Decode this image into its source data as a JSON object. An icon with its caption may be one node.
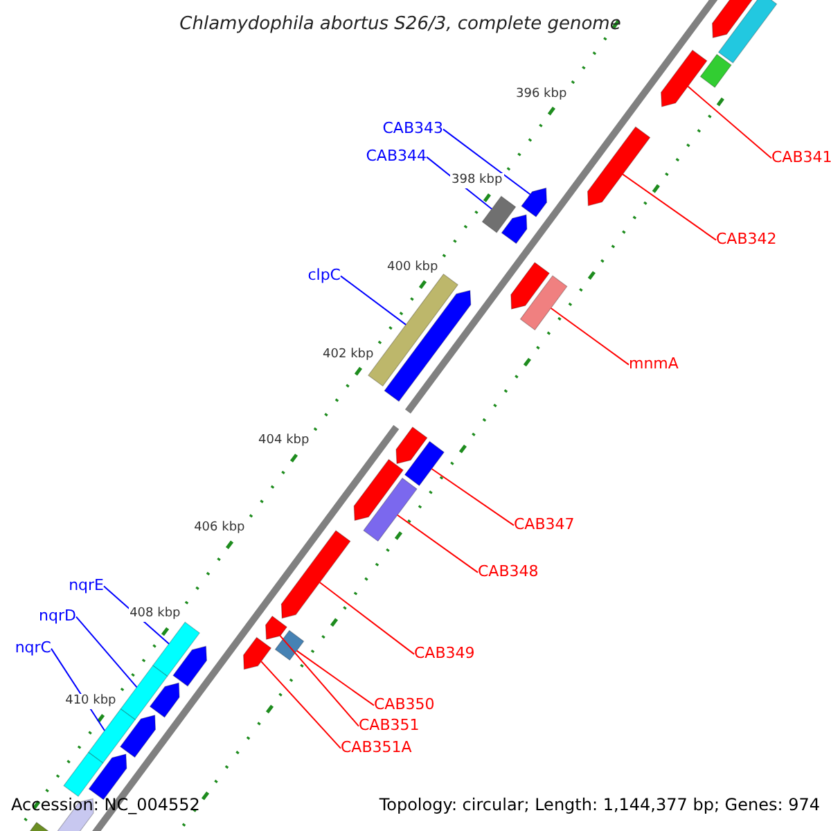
{
  "diagram": {
    "title": "Chlamydophila abortus S26/3, complete genome",
    "nodes": [
      {
        "text": [
          "CAB341"
        ]
      },
      {
        "text": [],
        "shape": "arrow"
      },
      {
        "text": [
          "CAB342"
        ]
      },
      {
        "text": [],
        "shape": "arrow"
      },
      {
        "text": [
          "CAB343"
        ]
      },
      {
        "text": [],
        "shape": "arrow"
      },
      {
        "text": [
          "CAB344"
        ]
      },
      {
        "text": [],
        "shape": "bar"
      },
      {
        "text": [
          "clpC"
        ]
      },
      {
        "text": [],
        "shape": "bar"
      },
      {
        "text": [
          "mnmA"
        ]
      },
      {
        "text": [],
        "shape": "bar"
      },
      {
        "text": [
          "CAB347"
        ]
      },
      {
        "text": [],
        "shape": "bar"
      },
      {
        "text": [
          "CAB348"
        ]
      },
      {
        "text": [],
        "shape": "bar"
      },
      {
        "text": [
          "CAB349"
        ]
      },
      {
        "text": [],
        "shape": "arrow"
      },
      {
        "text": [
          "CAB350"
        ]
      },
      {
        "text": [],
        "shape": "bar"
      },
      {
        "text": [
          "CAB351"
        ]
      },
      {
        "text": [],
        "shape": "arrow"
      },
      {
        "text": [
          "CAB351A"
        ]
      },
      {
        "text": [],
        "shape": "arrow"
      },
      {
        "text": [
          "nqrE"
        ]
      },
      {
        "text": [],
        "shape": "bar"
      },
      {
        "text": [
          "nqrD"
        ]
      },
      {
        "text": [],
        "shape": "bar"
      },
      {
        "text": [
          "nqrC"
        ]
      },
      {
        "text": [],
        "shape": "bar"
      },
      {
        "text": [],
        "shape": "arrow"
      },
      {
        "text": [],
        "shape": "bar"
      },
      {
        "text": [],
        "shape": "bar"
      },
      {
        "text": [],
        "shape": "arrow"
      },
      {
        "text": [],
        "shape": "arrow"
      },
      {
        "text": [],
        "shape": "arrow"
      },
      {
        "text": [],
        "shape": "arrow"
      },
      {
        "text": [],
        "shape": "arrow"
      },
      {
        "text": [],
        "shape": "bar"
      },
      {
        "text": [],
        "shape": "arrow"
      },
      {
        "text": [],
        "shape": "arrow"
      },
      {
        "text": [],
        "shape": "arrow"
      },
      {
        "text": [],
        "shape": "arrow"
      },
      {
        "text": [],
        "shape": "arrow"
      },
      {
        "text": [],
        "shape": "bar"
      }
    ],
    "edges": [
      {
        "from": 0,
        "to": 1,
        "arrow": "none"
      },
      {
        "from": 2,
        "to": 3,
        "arrow": "none"
      },
      {
        "from": 4,
        "to": 5,
        "arrow": "none",
        "color": "#0000ff"
      },
      {
        "from": 6,
        "to": 7,
        "arrow": "none",
        "color": "#0000ff"
      },
      {
        "from": 8,
        "to": 9,
        "arrow": "none",
        "color": "#0000ff"
      },
      {
        "from": 10,
        "to": 11,
        "arrow": "none"
      },
      {
        "from": 12,
        "to": 13,
        "arrow": "none"
      },
      {
        "from": 14,
        "to": 15,
        "arrow": "none"
      },
      {
        "from": 16,
        "to": 17,
        "arrow": "none"
      },
      {
        "from": 18,
        "to": 19,
        "arrow": "none"
      },
      {
        "from": 20,
        "to": 21,
        "arrow": "none"
      },
      {
        "from": 22,
        "to": 23,
        "arrow": "none"
      },
      {
        "from": 24,
        "to": 25,
        "arrow": "none",
        "color": "#0000ff"
      },
      {
        "from": 26,
        "to": 27,
        "arrow": "none",
        "color": "#0000ff"
      },
      {
        "from": 28,
        "to": 29,
        "arrow": "none",
        "color": "#0000ff"
      }
    ],
    "labels": [
      "396 kbp",
      "398 kbp",
      "400 kbp",
      "402 kbp",
      "404 kbp",
      "406 kbp",
      "408 kbp",
      "410 kbp",
      "Accession: NC_004552",
      "Topology: circular; Length: 1,144,377 bp; Genes: 974"
    ]
  }
}
